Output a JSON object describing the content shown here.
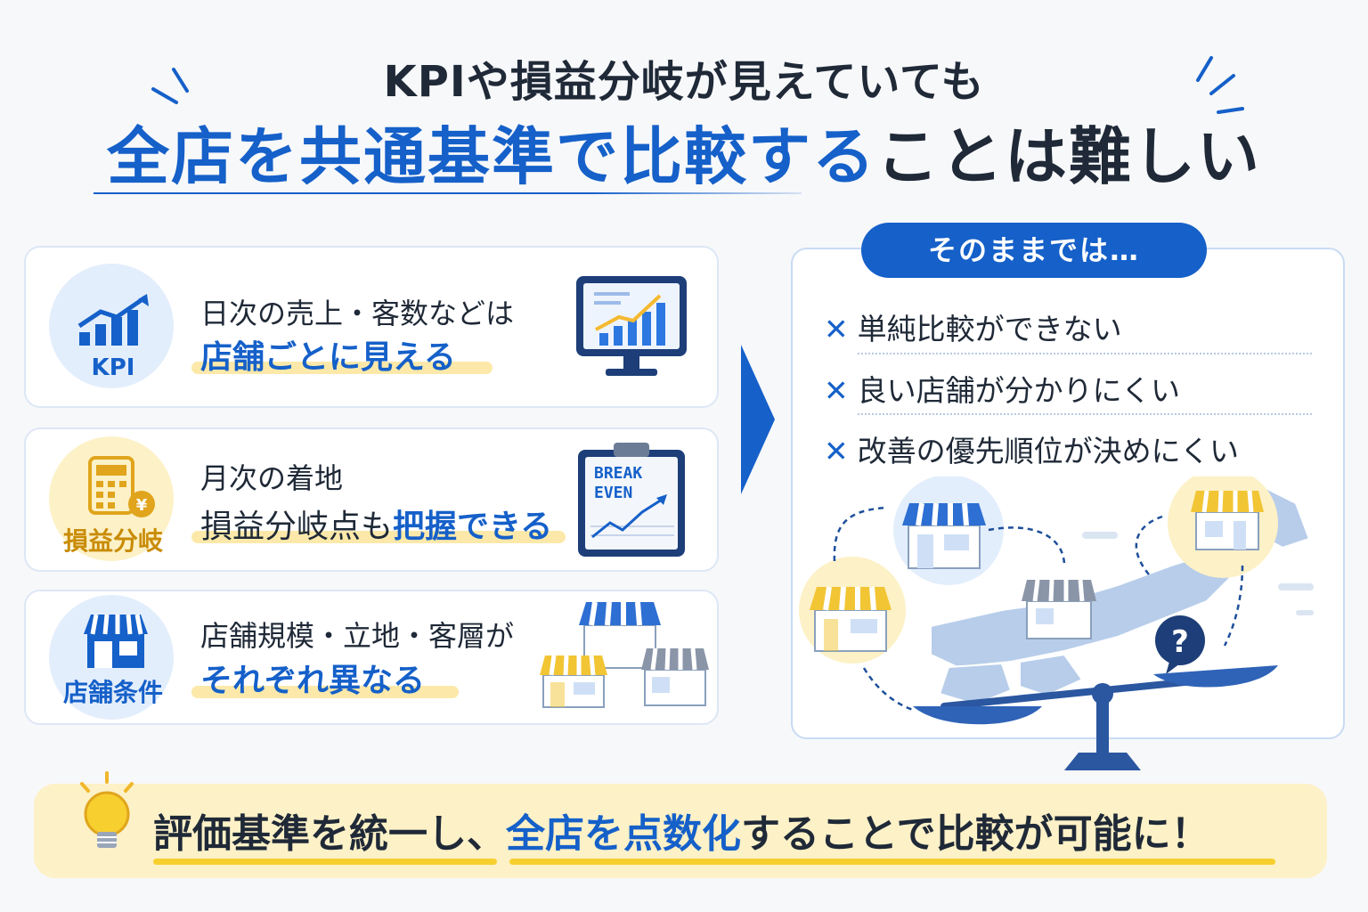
{
  "header": {
    "line1": "KPIや損益分岐が見えていても",
    "line2_blue": "全店を共通基準で比較する",
    "line2_dark": "ことは難しい"
  },
  "cards": [
    {
      "icon": "rising-bar-chart-icon",
      "badge": "KPI",
      "line1": "日次の売上・客数などは",
      "line2": "店舗ごとに見える",
      "illustration": "monitor-chart-icon"
    },
    {
      "icon": "calculator-yen-icon",
      "badge": "損益分岐",
      "line1": "月次の着地",
      "line2_plain": "損益分岐点も",
      "line2_bold": "把握できる",
      "illustration": "clipboard-break-even-icon",
      "clipboard_text_1": "BREAK",
      "clipboard_text_2": "EVEN"
    },
    {
      "icon": "store-icon",
      "badge": "店舗条件",
      "line1": "店舗規模・立地・客層が",
      "line2": "それぞれ異なる",
      "illustration": "three-stores-icon"
    }
  ],
  "panel": {
    "pill": "そのままでは…",
    "bullets": [
      {
        "mark": "✕",
        "text": "単純比較ができない"
      },
      {
        "mark": "✕",
        "text": "良い店舗が分かりにくい"
      },
      {
        "mark": "✕",
        "text": "改善の優先順位が決めにくい"
      }
    ],
    "question_mark": "?"
  },
  "banner": {
    "part1": "評価基準を統一し、",
    "part2": "全店を点数化",
    "part3": "することで比較が可能に！"
  },
  "colors": {
    "blue": "#1560c9",
    "yellow": "#f7cf2f",
    "light_yellow": "#fdf1c7",
    "dark": "#1f2937"
  }
}
